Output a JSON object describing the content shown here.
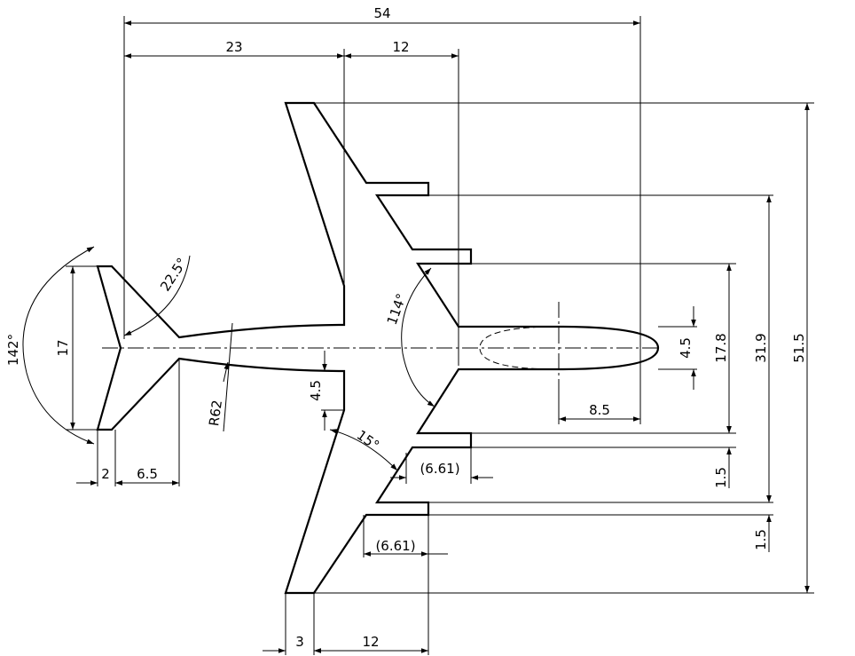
{
  "dimensions": {
    "overall_width": "54",
    "left_width": "23",
    "slot_depth_top": "12",
    "overall_height": "51.5",
    "inner_height": "31.9",
    "slot_height": "17.8",
    "oval_height": "4.5",
    "oval_offset": "8.5",
    "neck_height": "4.5",
    "tail_height": "17",
    "tail_tip": "2",
    "tail_length": "6.5",
    "radius": "R62",
    "flange_1": "1.5",
    "flange_2": "1.5",
    "step_1": "(6.61)",
    "step_2": "(6.61)",
    "base_thick": "3",
    "base_width": "12"
  },
  "angles": {
    "tail_angle": "142°",
    "bevel_angle": "22.5°",
    "notch_angle": "114°",
    "slope_angle": "15°"
  }
}
